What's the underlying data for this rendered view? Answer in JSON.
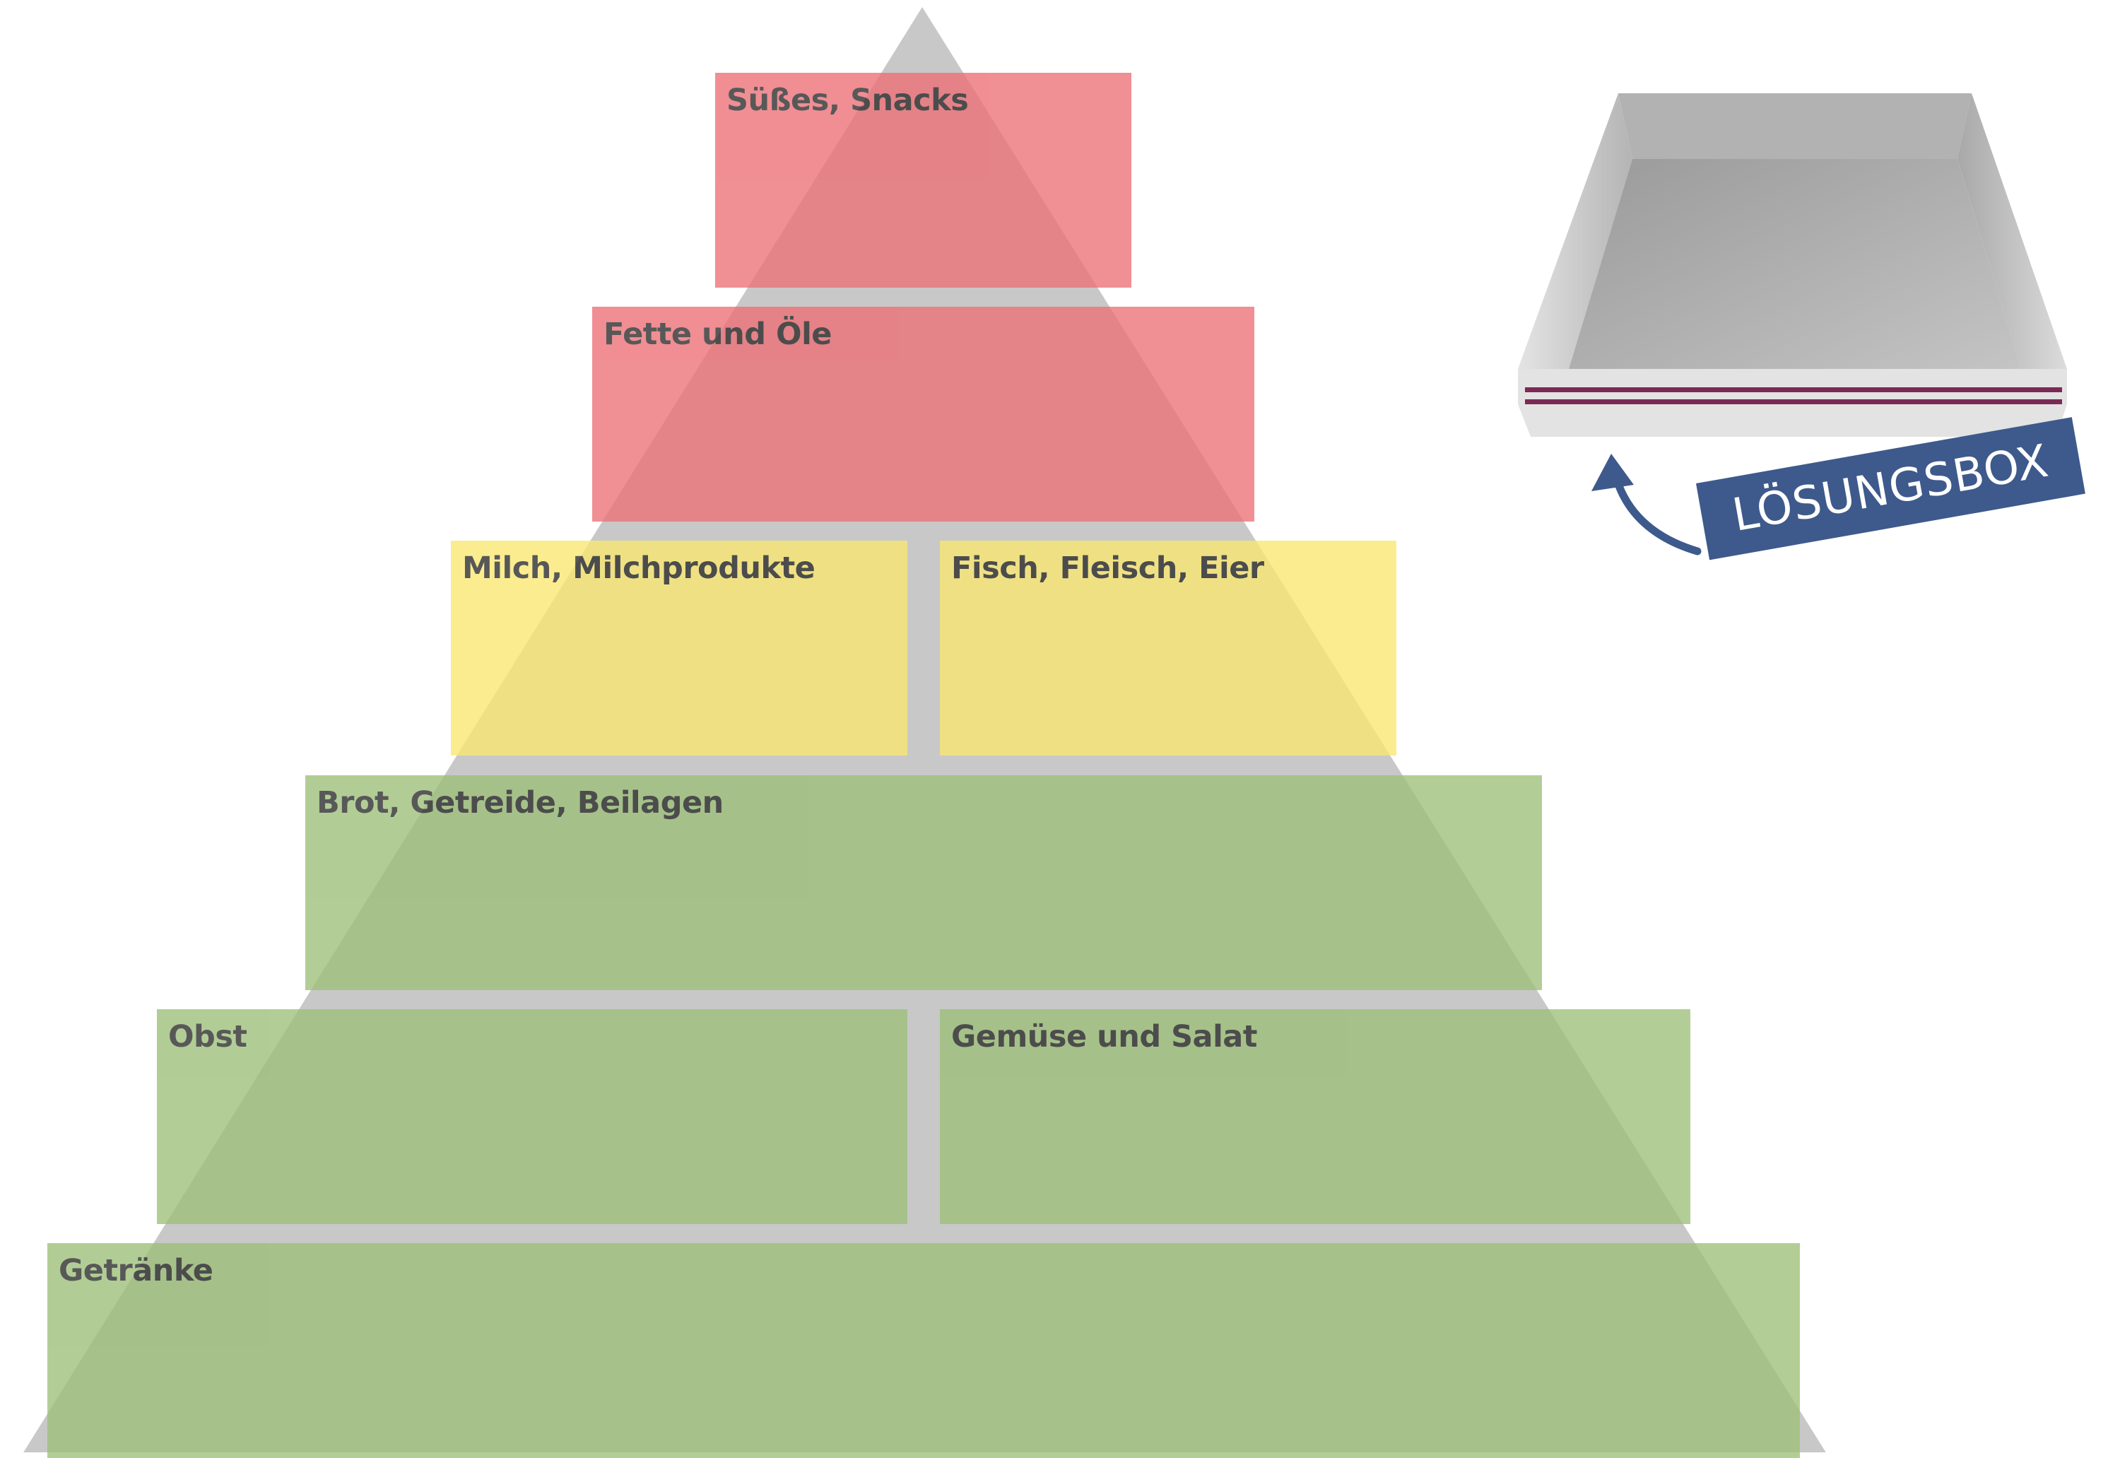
{
  "colors": {
    "pyramid_gray": "#c8c8c8",
    "tier_red": "#ec6f76",
    "tier_yellow": "#fae870",
    "tier_green": "#9cc078",
    "label_text": "#2a2a2a",
    "tag_blue": "#3e5a8c",
    "box_stripe": "#7a2a55"
  },
  "pyramid": {
    "levels": [
      {
        "label": "Süßes, Snacks",
        "color": "red"
      },
      {
        "label": "Fette und Öle",
        "color": "red"
      },
      {
        "label": "Milch, Milchprodukte",
        "color": "yellow"
      },
      {
        "label": "Fisch, Fleisch, Eier",
        "color": "yellow"
      },
      {
        "label": "Brot, Getreide, Beilagen",
        "color": "green"
      },
      {
        "label": "Obst",
        "color": "green"
      },
      {
        "label": "Gemüse und Salat",
        "color": "green"
      },
      {
        "label": "Getränke",
        "color": "green"
      }
    ]
  },
  "solution_box": {
    "label": "LÖSUNGSBOX",
    "icon": "open-box-icon",
    "arrow_icon": "curved-arrow-up-icon"
  }
}
